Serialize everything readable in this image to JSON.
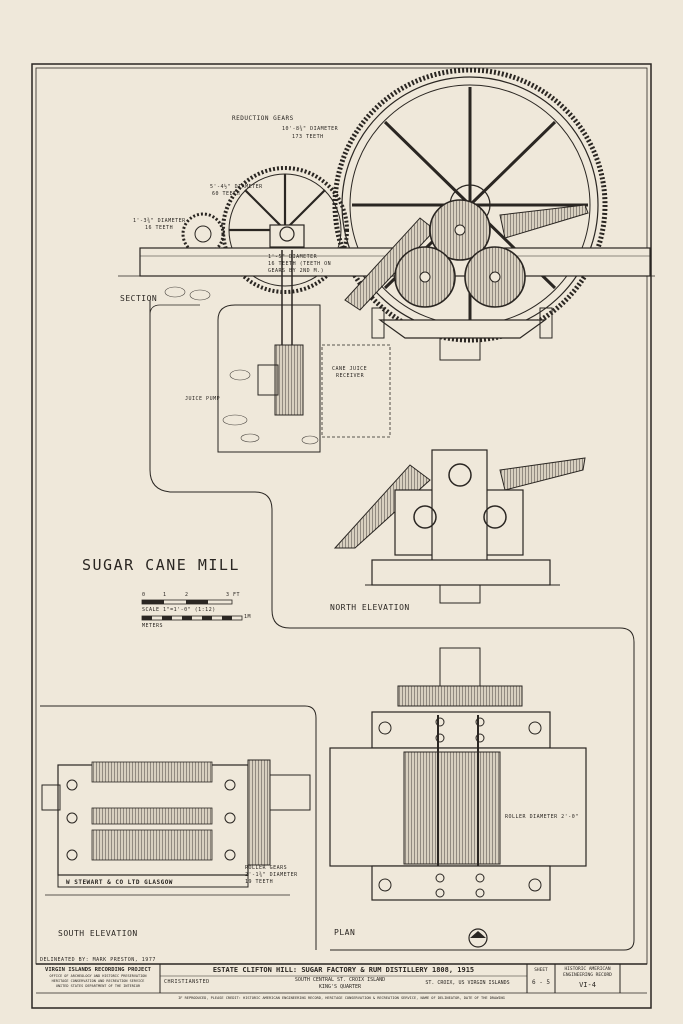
{
  "drawing": {
    "main_title": "SUGAR CANE MILL",
    "section_label": "SECTION",
    "reduction_gears": "REDUCTION GEARS",
    "gear_large_dia": "10'-8¾\" DIAMETER",
    "gear_large_teeth": "173 TEETH",
    "gear_mid_dia": "5'-4½\" DIAMETER",
    "gear_mid_teeth": "60 TEETH",
    "gear_small_dia": "1'-3¾\" DIAMETER",
    "gear_small_teeth": "16 TEETH",
    "pinion_dia": "1'-5\" DIAMETER",
    "pinion_teeth": "16 TEETH (TEETH ON",
    "pinion_note": "GEARS BY 2ND M.)",
    "juice_pump": "JUICE PUMP",
    "cane_juice_1": "CANE JUICE",
    "cane_juice_2": "RECEIVER",
    "north_elevation": "NORTH ELEVATION",
    "south_elevation": "SOUTH ELEVATION",
    "plan": "PLAN",
    "scale_text": "SCALE 1\"=1'-0\" (1:12)",
    "meters": "METERS",
    "scale_0": "0",
    "scale_1": "1",
    "scale_2": "2",
    "scale_3": "3 FT",
    "scale_m": "1M",
    "maker_plate": "W STEWART & CO LTD GLASGOW",
    "roller_gears_1": "ROLLER GEARS",
    "roller_gears_2": "2'-1¾\" DIAMETER",
    "roller_gears_3": "19 TEETH",
    "roller_diameter": "ROLLER DIAMETER 2'-0\""
  },
  "title_block": {
    "delineated": "DELINEATED BY:  MARK PRESTON,  1977",
    "project": "VIRGIN ISLANDS RECORDING PROJECT",
    "office_1": "OFFICE OF ARCHEOLOGY AND HISTORIC PRESERVATION",
    "office_2": "HERITAGE CONSERVATION AND RECREATION SERVICE",
    "office_3": "UNITED STATES DEPARTMENT OF THE INTERIOR",
    "estate_title": "ESTATE CLIFTON HILL: SUGAR FACTORY & RUM DISTILLERY  1808, 1915",
    "location_left": "CHRISTIANSTED",
    "location_mid_1": "SOUTH CENTRAL ST. CROIX ISLAND",
    "location_mid_2": "KING'S QUARTER",
    "location_right": "ST. CROIX, US VIRGIN ISLANDS",
    "sheet_label": "SHEET",
    "sheet_no": "6 - 5",
    "record_1": "HISTORIC AMERICAN",
    "record_2": "ENGINEERING RECORD",
    "record_no": "VI-4",
    "footer": "IF REPRODUCED, PLEASE CREDIT: HISTORIC AMERICAN ENGINEERING RECORD, HERITAGE CONSERVATION & RECREATION SERVICE, NAME OF DELINEATOR, DATE OF THE DRAWING"
  }
}
